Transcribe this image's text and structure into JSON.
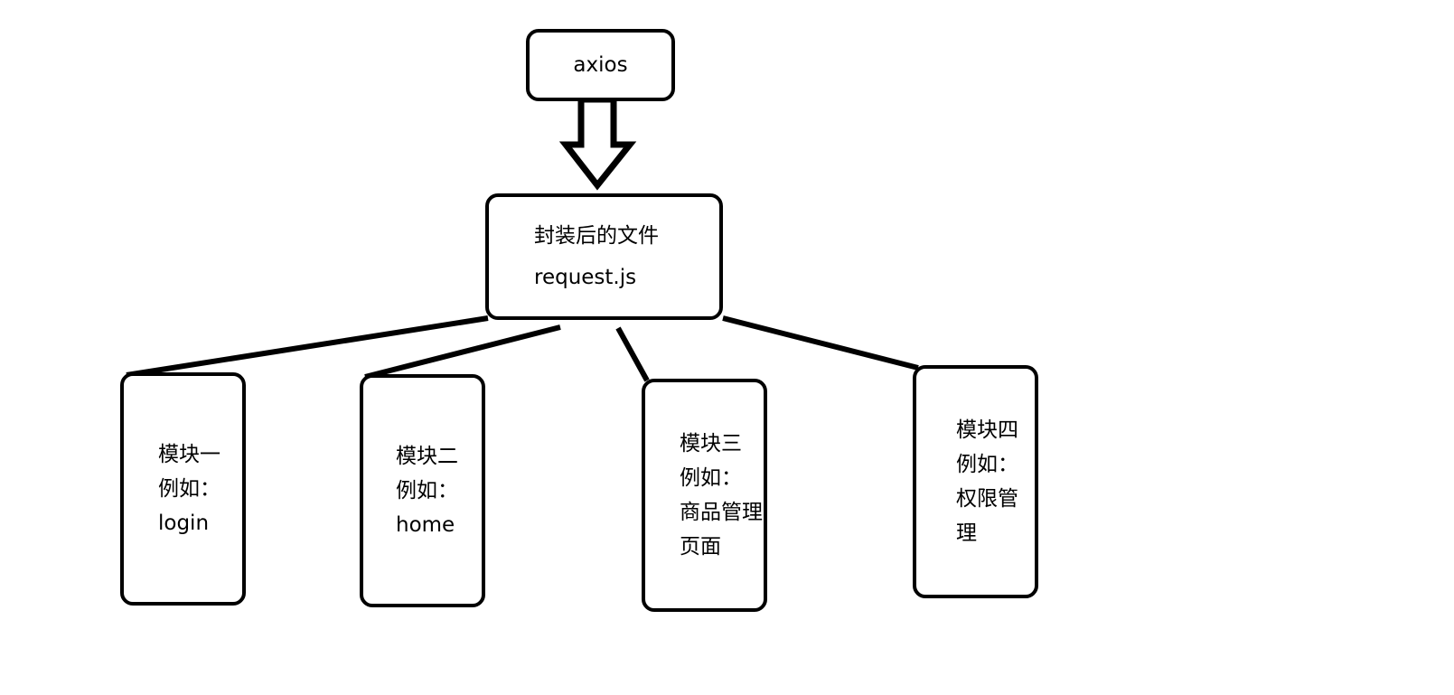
{
  "diagram": {
    "title": "axios request encapsulation structure",
    "stroke_color": "#000000",
    "fill_color": "#ffffff",
    "nodes": {
      "axios": {
        "label": "axios"
      },
      "request": {
        "line1": "封装后的文件",
        "line2": "request.js"
      },
      "modules": [
        {
          "title": "模块一",
          "eg": "例如：",
          "example": "login"
        },
        {
          "title": "模块二",
          "eg": "例如：",
          "example": "home"
        },
        {
          "title": "模块三",
          "eg": "例如：",
          "example": "商品管理页面"
        },
        {
          "title": "模块四",
          "eg": "例如：",
          "example": "权限管理"
        }
      ]
    },
    "connectors": {
      "arrow_label": "down-block-arrow",
      "branch_count": 4
    }
  }
}
